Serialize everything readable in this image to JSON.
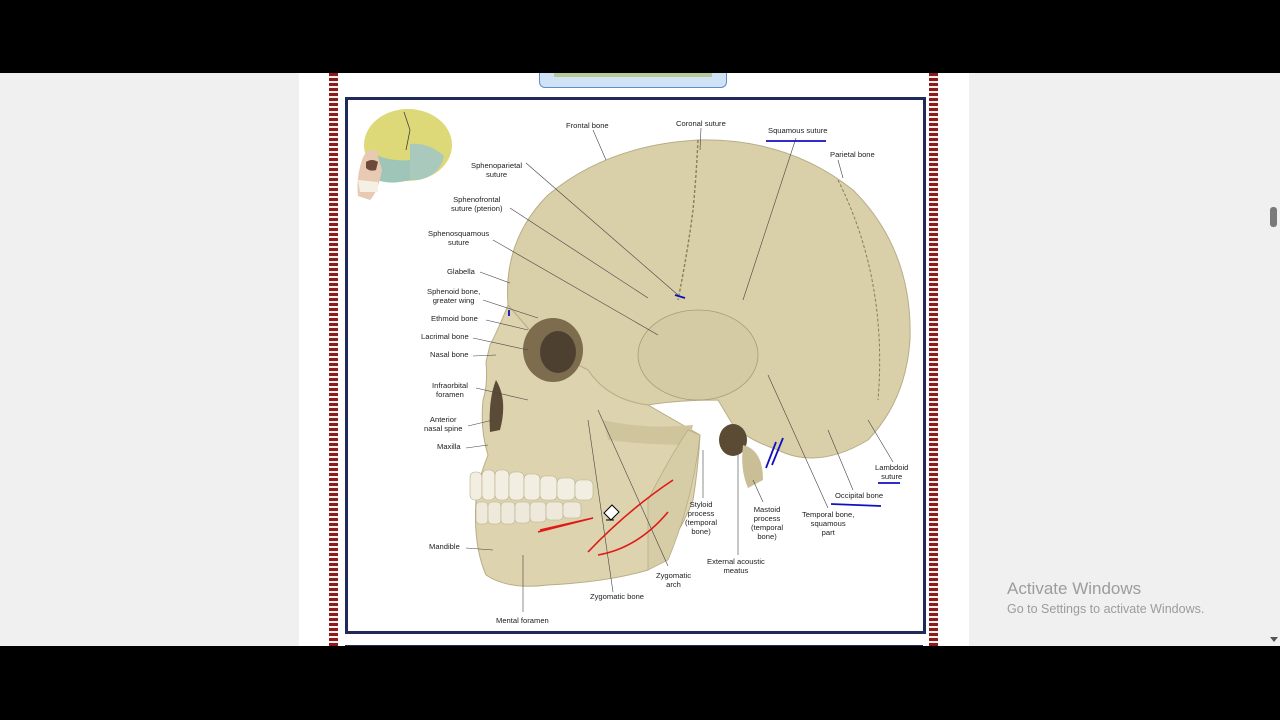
{
  "figure": {
    "labels": {
      "frontal_bone": "Frontal bone",
      "coronal_suture": "Coronal suture",
      "squamous_suture": "Squamous suture",
      "parietal_bone": "Parietal bone",
      "sphenoparietal_suture": "Sphenoparietal\nsuture",
      "sphenofrontal_suture": "Sphenofrontal\nsuture (pterion)",
      "sphenosquamous_suture": "Sphenosquamous\nsuture",
      "glabella": "Glabella",
      "sphenoid_bone": "Sphenoid bone,\ngreater wing",
      "ethmoid_bone": "Ethmoid bone",
      "lacrimal_bone": "Lacrimal bone",
      "nasal_bone": "Nasal bone",
      "infraorbital_foramen": "Infraorbital\nforamen",
      "anterior_nasal_spine": "Anterior\nnasal spine",
      "maxilla": "Maxilla",
      "mandible": "Mandible",
      "mental_foramen": "Mental foramen",
      "zygomatic_bone": "Zygomatic bone",
      "zygomatic_arch": "Zygomatic\narch",
      "styloid_process": "Styloid\nprocess\n(temporal\nbone)",
      "external_acoustic_meatus": "External acoustic\nmeatus",
      "mastoid_process": "Mastoid\nprocess\n(temporal\nbone)",
      "temporal_bone": "Temporal bone,\nsquamous\npart",
      "occipital_bone": "Occipital bone",
      "lambdoid_suture": "Lambdoid\nsuture"
    },
    "colors": {
      "bone": "#d9cfa9",
      "frame": "#1f2a5a",
      "annotation_blue": "#1010c0",
      "annotation_red": "#e01818"
    }
  },
  "watermark": {
    "title": "Activate Windows",
    "subtitle": "Go to Settings to activate Windows."
  }
}
